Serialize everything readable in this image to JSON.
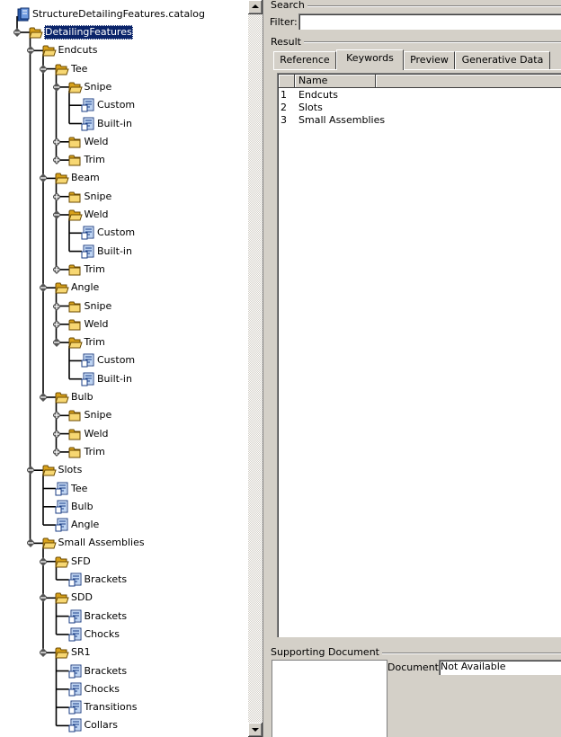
{
  "tree": {
    "nodes": [
      {
        "label": "StructureDetailingFeatures.catalog",
        "depth": 0,
        "icon": "catalog-icon",
        "name": "tree-root-catalog"
      },
      {
        "label": "DetailingFeatures",
        "depth": 1,
        "icon": "folder-open-icon",
        "name": "tree-node-detailingfeatures",
        "selected": true,
        "toggle": "minus"
      },
      {
        "label": "Endcuts",
        "depth": 2,
        "icon": "folder-open-icon",
        "name": "tree-node-endcuts",
        "toggle": "minus"
      },
      {
        "label": "Tee",
        "depth": 3,
        "icon": "folder-open-icon",
        "name": "tree-node-endcuts-tee",
        "toggle": "minus"
      },
      {
        "label": "Snipe",
        "depth": 4,
        "icon": "folder-open-icon",
        "name": "tree-node-endcuts-tee-snipe",
        "toggle": "minus"
      },
      {
        "label": "Custom",
        "depth": 5,
        "icon": "chapter-icon",
        "name": "tree-leaf-endcuts-tee-snipe-custom"
      },
      {
        "label": "Built-in",
        "depth": 5,
        "icon": "chapter-icon",
        "name": "tree-leaf-endcuts-tee-snipe-builtin"
      },
      {
        "label": "Weld",
        "depth": 4,
        "icon": "folder-closed-icon",
        "name": "tree-node-endcuts-tee-weld",
        "toggle": "plus"
      },
      {
        "label": "Trim",
        "depth": 4,
        "icon": "folder-closed-icon",
        "name": "tree-node-endcuts-tee-trim",
        "toggle": "plus"
      },
      {
        "label": "Beam",
        "depth": 3,
        "icon": "folder-open-icon",
        "name": "tree-node-endcuts-beam",
        "toggle": "minus"
      },
      {
        "label": "Snipe",
        "depth": 4,
        "icon": "folder-closed-icon",
        "name": "tree-node-endcuts-beam-snipe",
        "toggle": "plus"
      },
      {
        "label": "Weld",
        "depth": 4,
        "icon": "folder-open-icon",
        "name": "tree-node-endcuts-beam-weld",
        "toggle": "minus"
      },
      {
        "label": "Custom",
        "depth": 5,
        "icon": "chapter-icon",
        "name": "tree-leaf-endcuts-beam-weld-custom"
      },
      {
        "label": "Built-in",
        "depth": 5,
        "icon": "chapter-icon",
        "name": "tree-leaf-endcuts-beam-weld-builtin"
      },
      {
        "label": "Trim",
        "depth": 4,
        "icon": "folder-closed-icon",
        "name": "tree-node-endcuts-beam-trim",
        "toggle": "plus"
      },
      {
        "label": "Angle",
        "depth": 3,
        "icon": "folder-open-icon",
        "name": "tree-node-endcuts-angle",
        "toggle": "minus"
      },
      {
        "label": "Snipe",
        "depth": 4,
        "icon": "folder-closed-icon",
        "name": "tree-node-endcuts-angle-snipe",
        "toggle": "plus"
      },
      {
        "label": "Weld",
        "depth": 4,
        "icon": "folder-closed-icon",
        "name": "tree-node-endcuts-angle-weld",
        "toggle": "plus"
      },
      {
        "label": "Trim",
        "depth": 4,
        "icon": "folder-open-icon",
        "name": "tree-node-endcuts-angle-trim",
        "toggle": "minus"
      },
      {
        "label": "Custom",
        "depth": 5,
        "icon": "chapter-icon",
        "name": "tree-leaf-endcuts-angle-trim-custom"
      },
      {
        "label": "Built-in",
        "depth": 5,
        "icon": "chapter-icon",
        "name": "tree-leaf-endcuts-angle-trim-builtin"
      },
      {
        "label": "Bulb",
        "depth": 3,
        "icon": "folder-open-icon",
        "name": "tree-node-endcuts-bulb",
        "toggle": "minus"
      },
      {
        "label": "Snipe",
        "depth": 4,
        "icon": "folder-closed-icon",
        "name": "tree-node-endcuts-bulb-snipe",
        "toggle": "plus"
      },
      {
        "label": "Weld",
        "depth": 4,
        "icon": "folder-closed-icon",
        "name": "tree-node-endcuts-bulb-weld",
        "toggle": "plus"
      },
      {
        "label": "Trim",
        "depth": 4,
        "icon": "folder-closed-icon",
        "name": "tree-node-endcuts-bulb-trim",
        "toggle": "plus"
      },
      {
        "label": "Slots",
        "depth": 2,
        "icon": "folder-open-icon",
        "name": "tree-node-slots",
        "toggle": "minus"
      },
      {
        "label": "Tee",
        "depth": 3,
        "icon": "chapter-icon",
        "name": "tree-leaf-slots-tee"
      },
      {
        "label": "Bulb",
        "depth": 3,
        "icon": "chapter-icon",
        "name": "tree-leaf-slots-bulb"
      },
      {
        "label": "Angle",
        "depth": 3,
        "icon": "chapter-icon",
        "name": "tree-leaf-slots-angle"
      },
      {
        "label": "Small Assemblies",
        "depth": 2,
        "icon": "folder-open-icon",
        "name": "tree-node-small-assemblies",
        "toggle": "minus"
      },
      {
        "label": "SFD",
        "depth": 3,
        "icon": "folder-open-icon",
        "name": "tree-node-sfd",
        "toggle": "minus"
      },
      {
        "label": "Brackets",
        "depth": 4,
        "icon": "chapter-icon",
        "name": "tree-leaf-sfd-brackets"
      },
      {
        "label": "SDD",
        "depth": 3,
        "icon": "folder-open-icon",
        "name": "tree-node-sdd",
        "toggle": "minus"
      },
      {
        "label": "Brackets",
        "depth": 4,
        "icon": "chapter-icon",
        "name": "tree-leaf-sdd-brackets"
      },
      {
        "label": "Chocks",
        "depth": 4,
        "icon": "chapter-icon",
        "name": "tree-leaf-sdd-chocks"
      },
      {
        "label": "SR1",
        "depth": 3,
        "icon": "folder-open-icon",
        "name": "tree-node-sr1",
        "toggle": "minus"
      },
      {
        "label": "Brackets",
        "depth": 4,
        "icon": "chapter-icon",
        "name": "tree-leaf-sr1-brackets"
      },
      {
        "label": "Chocks",
        "depth": 4,
        "icon": "chapter-icon",
        "name": "tree-leaf-sr1-chocks"
      },
      {
        "label": "Transitions",
        "depth": 4,
        "icon": "chapter-icon",
        "name": "tree-leaf-sr1-transitions"
      },
      {
        "label": "Collars",
        "depth": 4,
        "icon": "chapter-icon",
        "name": "tree-leaf-sr1-collars"
      }
    ]
  },
  "search": {
    "group_label": "Search",
    "filter_label": "Filter:",
    "filter_value": ""
  },
  "result": {
    "group_label": "Result",
    "tabs": [
      {
        "label": "Reference",
        "active": false
      },
      {
        "label": "Keywords",
        "active": true
      },
      {
        "label": "Preview",
        "active": false
      },
      {
        "label": "Generative Data",
        "active": false
      }
    ],
    "columns": [
      "",
      "Name"
    ],
    "rows": [
      {
        "num": "1",
        "name": "Endcuts"
      },
      {
        "num": "2",
        "name": "Slots"
      },
      {
        "num": "3",
        "name": "Small Assemblies"
      }
    ]
  },
  "supporting": {
    "group_label": "Supporting Document",
    "document_label": "Document :",
    "document_value": "Not Available"
  },
  "colors": {
    "selection": "#0a246a",
    "face": "#d4d0c8",
    "folder": "#f7c948",
    "chapter": "#3b6fb6"
  }
}
